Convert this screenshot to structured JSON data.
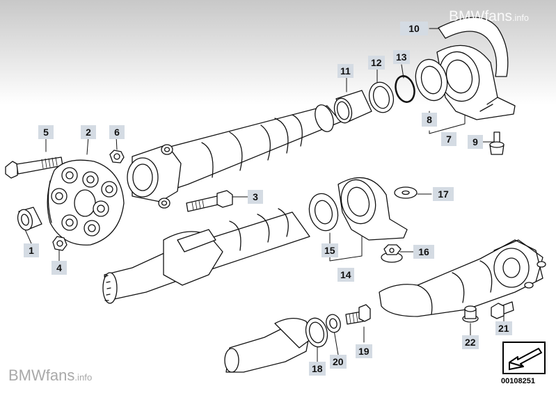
{
  "watermark": {
    "brand": "BMW",
    "site": "fans",
    "tld": ".info"
  },
  "reference_number": "00108251",
  "callouts": [
    "1",
    "2",
    "3",
    "4",
    "5",
    "6",
    "7",
    "8",
    "9",
    "10",
    "11",
    "12",
    "13",
    "14",
    "15",
    "16",
    "17",
    "18",
    "19",
    "20",
    "21",
    "22"
  ],
  "icons": {
    "navigate": "arrow-icon"
  }
}
